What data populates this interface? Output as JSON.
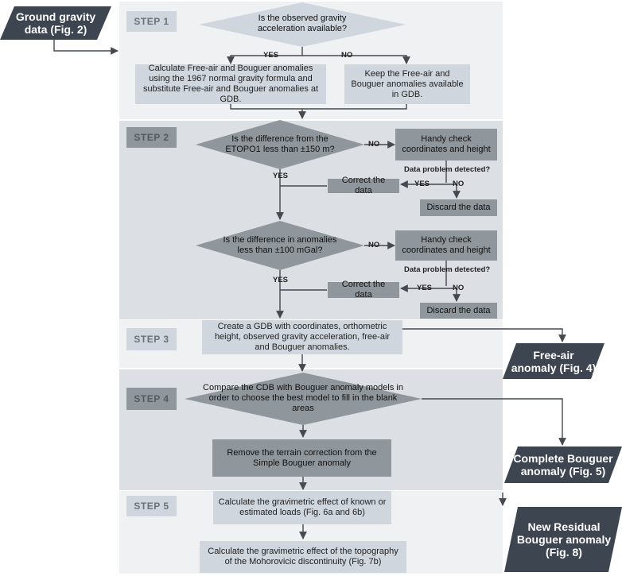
{
  "inputs": {
    "ground_gravity": "Ground gravity data (Fig. 2)"
  },
  "outputs": {
    "free_air": "Free-air anomaly (Fig. 4)",
    "complete_bouguer": "Complete Bouguer anomaly (Fig. 5)",
    "new_residual": "New Residual Bouguer anomaly (Fig. 8)"
  },
  "steps": {
    "step1": "STEP 1",
    "step2": "STEP 2",
    "step3": "STEP 3",
    "step4": "STEP 4",
    "step5": "STEP 5"
  },
  "step1": {
    "decision": "Is the observed gravity acceleration available?",
    "yes": "YES",
    "no": "NO",
    "calc": "Calculate Free-air and Bouguer anomalies using the 1967 normal gravity formula and substitute Free-air and Bouguer anomalies at GDB.",
    "keep": "Keep the Free-air and Bouguer anomalies available in GDB."
  },
  "step2": {
    "decision1": "Is the difference from the ETOPO1 less than ±150 m?",
    "no1": "NO",
    "yes1": "YES",
    "check1": "Handy check coordinates and height",
    "problem1": "Data problem detected?",
    "pyes1": "YES",
    "pno1": "NO",
    "correct1": "Correct the data",
    "discard1": "Discard the data",
    "decision2": "Is the difference in anomalies less than ±100 mGal?",
    "no2": "NO",
    "yes2": "YES",
    "check2": "Handy check coordinates and height",
    "problem2": "Data problem detected?",
    "pyes2": "YES",
    "pno2": "NO",
    "correct2": "Correct the data",
    "discard2": "Discard the data"
  },
  "step3": {
    "create": "Create a GDB with coordinates, orthometric height, observed gravity acceleration, free-air and Bouguer anomalies."
  },
  "step4": {
    "compare": "Compare the CDB with Bouguer anomaly models in order to choose the best model to fill in the blank areas",
    "remove": "Remove the terrain correction from the Simple Bouguer anomaly"
  },
  "step5": {
    "calc_known": "Calculate the gravimetric effect of known or estimated loads (Fig. 6a and 6b)",
    "calc_moho": "Calculate the gravimetric effect of the topography of the Mohorovicic discontinuity (Fig. 7b)"
  },
  "colors": {
    "band_light": "#f0f1f3",
    "band_dark": "#dcdfe4",
    "box_light": "#cfd6dd",
    "box_dark": "#8f969c",
    "parallelogram": "#3c4550",
    "arrow": "#444a50"
  }
}
